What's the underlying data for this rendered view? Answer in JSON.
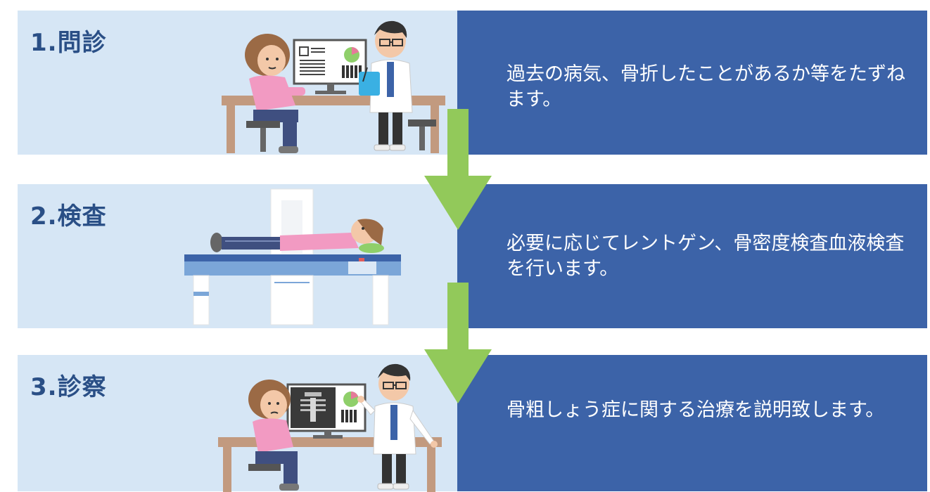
{
  "steps": [
    {
      "title": "1.問診",
      "description": "過去の病気、骨折したことがあるか等をたずねます。",
      "icon": "consultation-illustration"
    },
    {
      "title": "2.検査",
      "description": "必要に応じてレントゲン、骨密度検査血液検査を行います。",
      "icon": "bone-density-scan-illustration"
    },
    {
      "title": "3.診察",
      "description": "骨粗しょう症に関する治療を説明致します。",
      "icon": "diagnosis-explanation-illustration"
    }
  ],
  "colors": {
    "panel_light": "#d6e6f5",
    "panel_dark": "#3c63a8",
    "title_text": "#2a4f86",
    "arrow": "#92c95a"
  }
}
